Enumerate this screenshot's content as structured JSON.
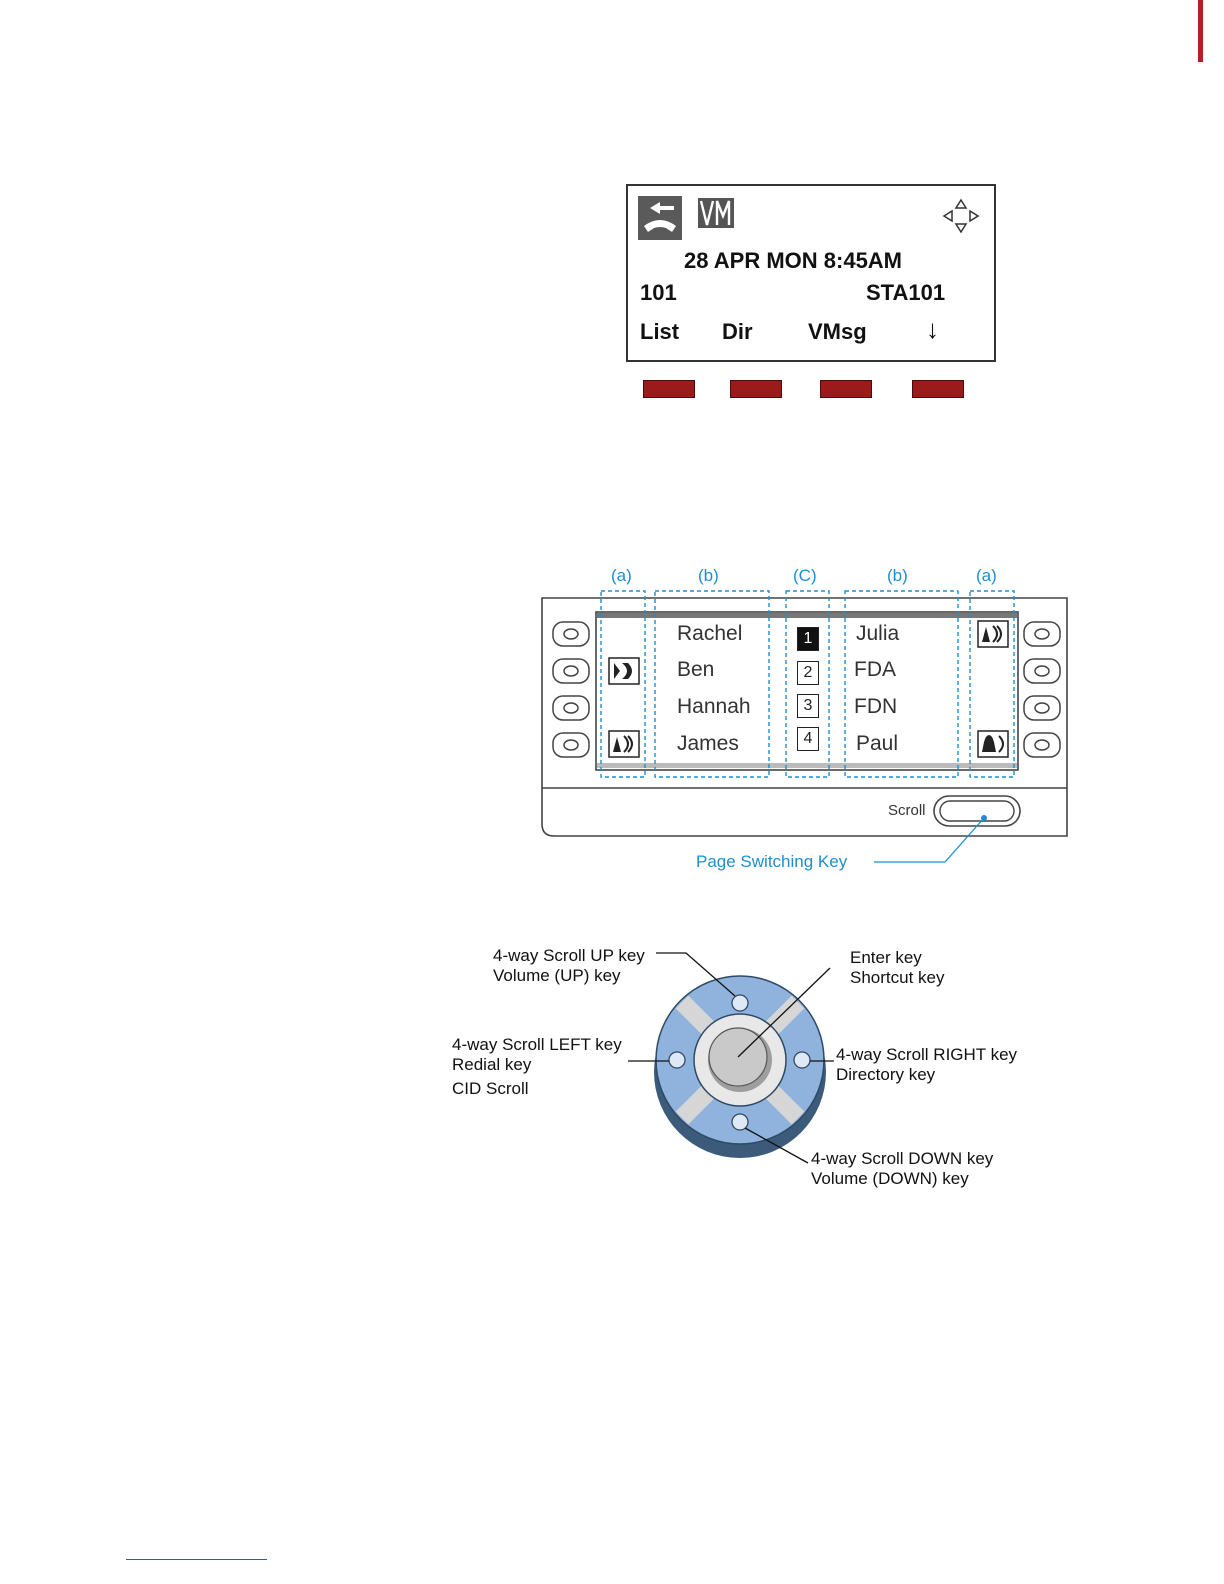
{
  "lcd": {
    "datetime": "28 APR MON 8:45AM",
    "extension": "101",
    "station": "STA101",
    "softkeys": [
      "List",
      "Dir",
      "VMsg",
      "↓"
    ],
    "icons": [
      "handset-icon",
      "voicemail-icon",
      "navigation-arrows-icon"
    ]
  },
  "flex_panel": {
    "column_labels": [
      "(a)",
      "(b)",
      "(C)",
      "(b)",
      "(a)"
    ],
    "left_names": [
      "Rachel",
      "Ben",
      "Hannah",
      "James"
    ],
    "right_names": [
      "Julia",
      "FDA",
      "FDN",
      "Paul"
    ],
    "pages": [
      "1",
      "2",
      "3",
      "4"
    ],
    "active_page": "1",
    "scroll_label": "Scroll",
    "page_switch_label": "Page Switching Key",
    "colors": {
      "callout": "#1d8fd0",
      "softkey": "#9b1a1a"
    }
  },
  "nav_key": {
    "up": [
      "4-way Scroll UP key",
      "Volume (UP) key"
    ],
    "enter": [
      "Enter key",
      "Shortcut key"
    ],
    "left": [
      "4-way Scroll LEFT key",
      "Redial key",
      "CID Scroll"
    ],
    "right": [
      "4-way Scroll RIGHT key",
      "Directory key"
    ],
    "down": [
      "4-way Scroll DOWN key",
      "Volume (DOWN) key"
    ],
    "colors": {
      "ring": "#8fb3dc",
      "ring_dark": "#3c5a7a",
      "center": "#c9c9c9"
    }
  }
}
